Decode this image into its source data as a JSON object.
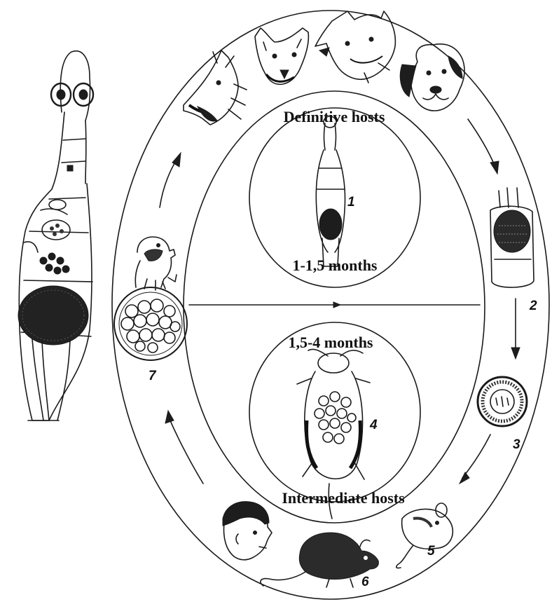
{
  "labels": {
    "definitive_hosts": "Definitive hosts",
    "intermediate_hosts": "Intermediate hosts",
    "top_duration": "1-1,5 months",
    "bottom_duration": "1,5-4 months"
  },
  "stages": {
    "s1": "1",
    "s2": "2",
    "s3": "3",
    "s4": "4",
    "s5": "5",
    "s6": "6",
    "s7": "7"
  },
  "figures": {
    "adult_worm": "tapeworm-adult-icon",
    "definitive_host_animals": [
      "wolf-icon",
      "fox-icon",
      "jackal-icon",
      "dog-icon"
    ],
    "intermediate_host_animals": [
      "human-icon",
      "rat-icon",
      "mouse-icon"
    ],
    "egg": "egg-icon",
    "proglottid": "proglottid-icon",
    "cyst": "hydatid-cyst-icon"
  },
  "colors": {
    "ink": "#1a1a1a",
    "background": "#ffffff"
  }
}
